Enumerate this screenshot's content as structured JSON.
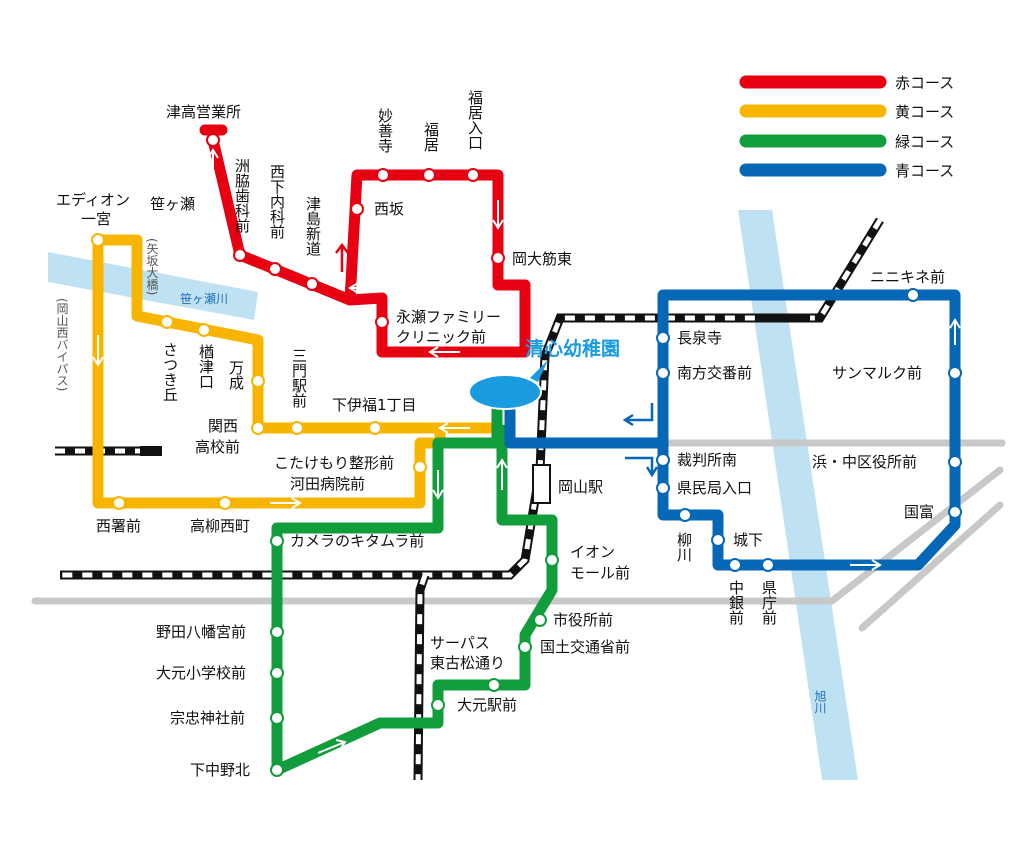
{
  "legend": [
    {
      "label": "赤コース",
      "color": "#e60012"
    },
    {
      "label": "黄コース",
      "color": "#f7b500"
    },
    {
      "label": "緑コース",
      "color": "#119d3c"
    },
    {
      "label": "青コース",
      "color": "#0767b7"
    }
  ],
  "colors": {
    "red": "#e60012",
    "yellow": "#f7b500",
    "green": "#119d3c",
    "blue": "#0767b7",
    "river": "#bfe2f3",
    "road": "#c8c8c8",
    "rail": "#111111",
    "center": "#1a9be0"
  },
  "center": {
    "label": "清心幼稚園"
  },
  "station": {
    "label": "岡山駅"
  },
  "rivers": {
    "sasagase": "笹ヶ瀬川",
    "asahi": "旭川"
  },
  "annotations": {
    "yasaka": "(矢坂大橋)",
    "bypass": "(岡山西バイパス)"
  },
  "stops": {
    "red": [
      "津高営業所",
      "笹ヶ瀬",
      "洲脇歯科前",
      "西下内科前",
      "津島新道",
      "西坂",
      "妙善寺",
      "福居",
      "福居入口",
      "岡大筋東",
      "永瀬ファミリー",
      "クリニック前"
    ],
    "yellow": [
      "エディオン",
      "一宮",
      "さつき丘",
      "楢津口",
      "万成",
      "三門駅前",
      "関西",
      "高校前",
      "下伊福1丁目",
      "こたけもり整形前",
      "河田病院前",
      "西署前",
      "高柳西町"
    ],
    "green": [
      "カメラのキタムラ前",
      "野田八幡宮前",
      "大元小学校前",
      "宗忠神社前",
      "下中野北",
      "イオン",
      "モール前",
      "市役所前",
      "国土交通省前",
      "サーパス",
      "東古松通り",
      "大元駅前"
    ],
    "blue": [
      "長泉寺",
      "南方交番前",
      "裁判所南",
      "県民局入口",
      "柳川",
      "城下",
      "中銀前",
      "県庁前",
      "ニニキネ前",
      "サンマルク前",
      "浜・中区役所前",
      "国富"
    ]
  }
}
